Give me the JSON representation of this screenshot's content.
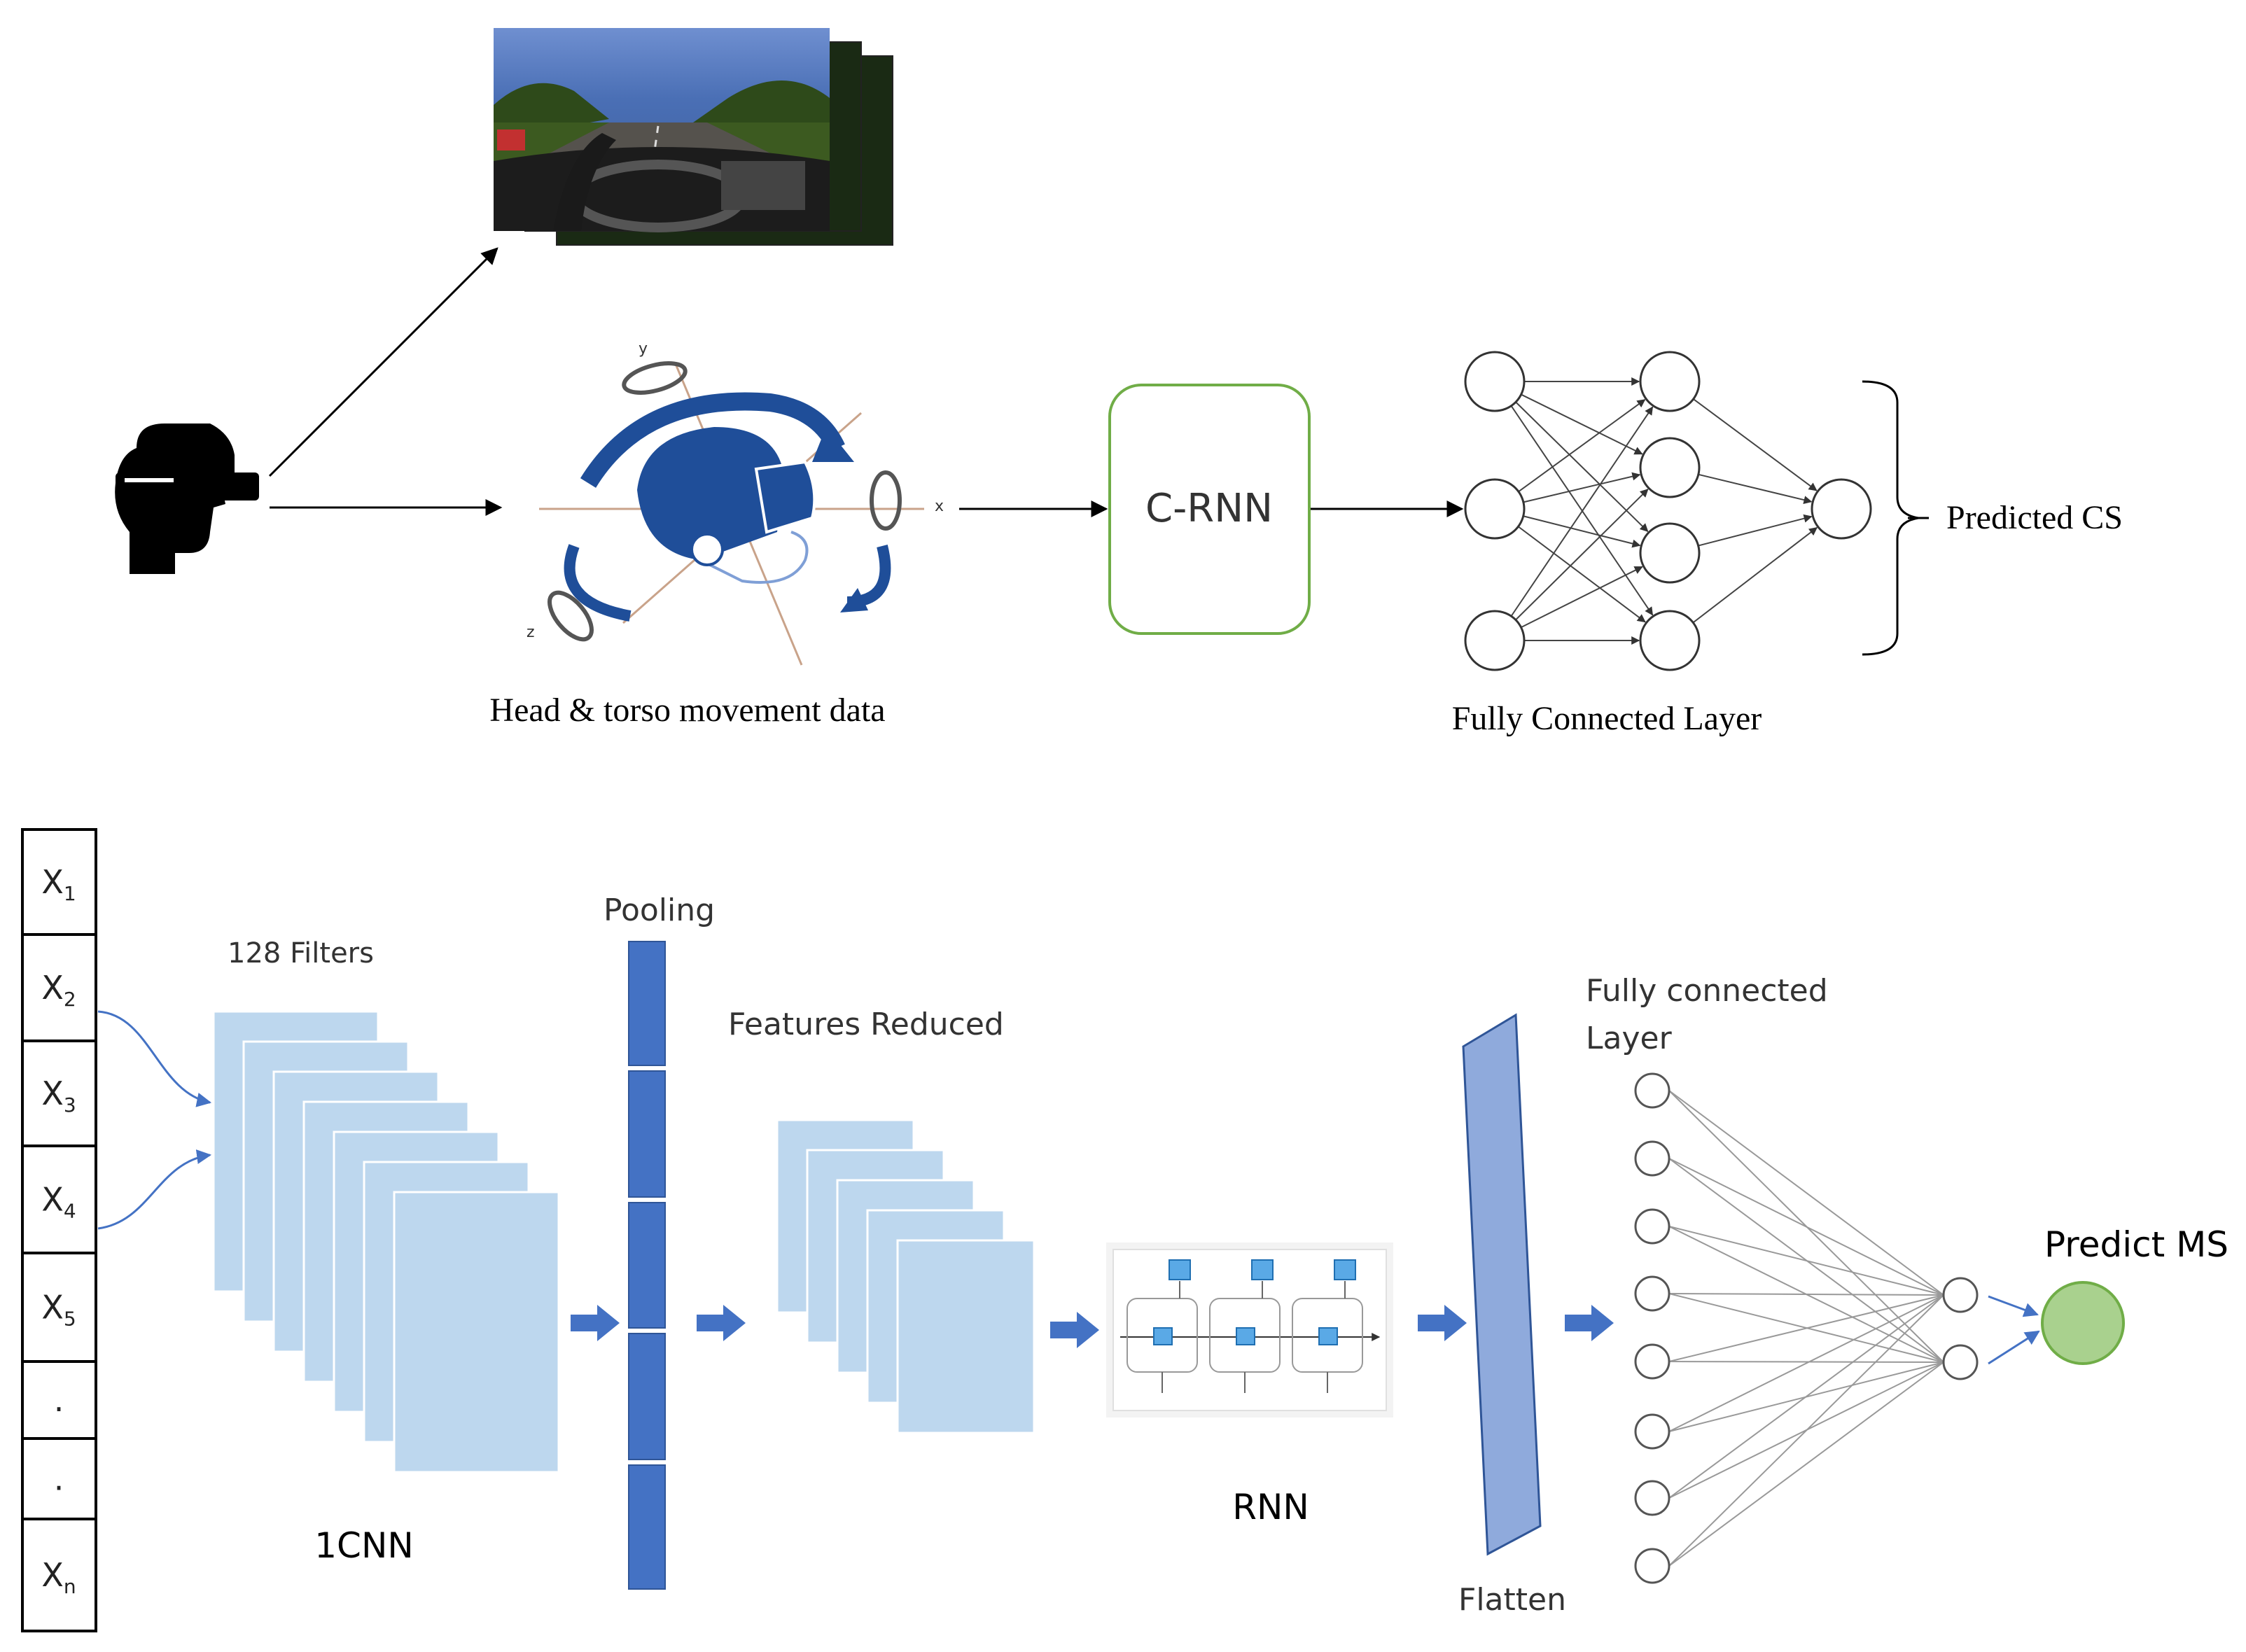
{
  "top": {
    "crnn_label": "C-RNN",
    "movement_caption": "Head & torso movement data",
    "fc_caption": "Fully Connected Layer",
    "output_label": "Predicted CS",
    "axis_x": "x",
    "axis_y": "y",
    "axis_z": "z"
  },
  "bottom": {
    "inputs": [
      {
        "base": "X",
        "sub": "1"
      },
      {
        "base": "X",
        "sub": "2"
      },
      {
        "base": "X",
        "sub": "3"
      },
      {
        "base": "X",
        "sub": "4"
      },
      {
        "base": "X",
        "sub": "5"
      },
      {
        "base": ".",
        "sub": ""
      },
      {
        "base": ".",
        "sub": ""
      },
      {
        "base": "X",
        "sub": "n"
      }
    ],
    "filters_label": "128 Filters",
    "cnn_label": "1CNN",
    "pooling_label": "Pooling",
    "features_label": "Features Reduced",
    "rnn_label": "RNN",
    "flatten_label": "Flatten",
    "fc_label_line1": "Fully connected",
    "fc_label_line2": "Layer",
    "predict_label": "Predict MS"
  },
  "colors": {
    "accent_blue": "#4472c4",
    "light_blue": "#bdd7ee",
    "flatten_blue": "#8faadc",
    "crnn_border": "#70ad47",
    "predict_green": "#a9d18e",
    "predict_border": "#70ad47",
    "icon_navy": "#1f4e99"
  }
}
